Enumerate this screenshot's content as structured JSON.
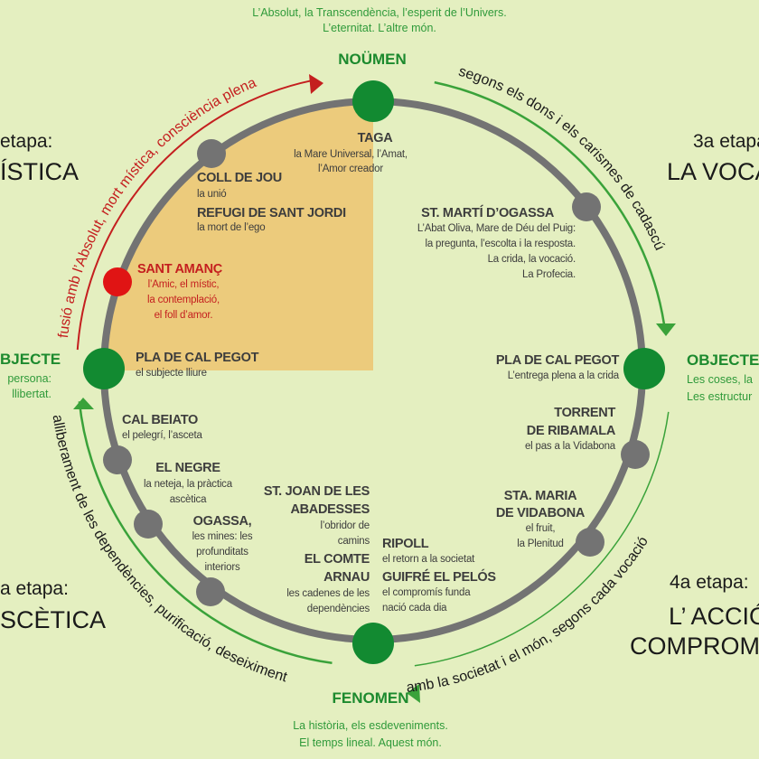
{
  "colors": {
    "background": "#e4efc0",
    "ring": "#737373",
    "pole": "#128a31",
    "station": "#737373",
    "highlight": "#e01414",
    "quadrant": "#eccb7c",
    "green_arrow": "#3aa23a",
    "red_arrow": "#c41f1f"
  },
  "top_caption": [
    "L’Absolut, la Transcendència, l’esperit de l’Univers.",
    "L’eternitat. L’altre món."
  ],
  "bottom_caption": [
    "La història, els esdeveniments.",
    "El temps lineal. Aquest món."
  ],
  "poles": {
    "top": "NOÜMEN",
    "bottom": "FENOMEN",
    "right": {
      "title": "OBJECTE",
      "lines": [
        "Les coses, la",
        "Les estructur"
      ]
    },
    "left": {
      "title": "BJECTE",
      "lines": [
        "persona:",
        "llibertat."
      ]
    }
  },
  "stages": {
    "mystic": {
      "label": "etapa:",
      "name": "ÍSTICA"
    },
    "vocation": {
      "label": "3a etapa:",
      "name": "LA VOCA"
    },
    "ascetic": {
      "label": "a etapa:",
      "name": "SCÈTICA"
    },
    "action": {
      "label": "4a etapa:",
      "name": "L’ ACCIÓ",
      "name2": "COMPROMI"
    }
  },
  "stations": {
    "taga": {
      "title": "TAGA",
      "lines": [
        "la Mare Universal, l’Amat,",
        "l’Amor creador"
      ]
    },
    "coll_de_jou": {
      "title": "COLL DE JOU",
      "sub": "la unió",
      "title2": "REFUGI DE SANT JORDI",
      "sub2": "la mort de l’ego"
    },
    "sant_amanc": {
      "title": "SANT AMANÇ",
      "lines": [
        "l’Amic, el místic,",
        "la contemplació,",
        "el foll d’amor."
      ]
    },
    "pla_left": {
      "title": "PLA DE CAL PEGOT",
      "sub": "el subjecte lliure"
    },
    "st_marti": {
      "title": "ST. MARTÍ D’OGASSA",
      "lines": [
        "L’Abat Oliva, Mare de Déu del Puig:",
        "la pregunta, l’escolta i la resposta.",
        "La crida, la vocació.",
        "La Profecia."
      ]
    },
    "pla_right": {
      "title": "PLA DE CAL PEGOT",
      "sub": "L’entrega plena  a la crida"
    },
    "torrent": {
      "title": "TORRENT",
      "title2": "DE RIBAMALA",
      "sub": "el pas a la Vidabona"
    },
    "sta_maria": {
      "title": "STA. MARIA",
      "title2": "DE VIDABONA",
      "lines": [
        "el fruit,",
        "la Plenitud"
      ]
    },
    "ripoll": {
      "title": "RIPOLL",
      "sub": "el retorn a la societat",
      "title2": "GUIFRÉ EL PELÓS",
      "lines": [
        "el compromís funda",
        "nació cada dia"
      ]
    },
    "st_joan": {
      "title": "ST. JOAN DE LES",
      "title2": "ABADESSES",
      "lines": [
        "l’obridor de",
        "camins"
      ],
      "title3": "EL COMTE",
      "title4": "ARNAU",
      "lines2": [
        "les cadenes de les",
        "dependències"
      ]
    },
    "cal_beiato": {
      "title": "CAL BEIATO",
      "sub": "el pelegrí, l’asceta"
    },
    "el_negre": {
      "title": "EL NEGRE",
      "lines": [
        "la neteja, la pràctica",
        "ascètica"
      ]
    },
    "ogassa": {
      "title": "OGASSA,",
      "lines": [
        "les mines: les",
        "profunditats",
        "interiors"
      ]
    }
  },
  "arcs": {
    "mystic": "fusió amb l’Absolut, mort mística, consciència plena",
    "vocation": "segons els dons i els carismes de cadascú",
    "action": "amb la societat i el món, segons cada vocació",
    "ascetic": "alliberament de les dependències, purificació, deseiximent"
  }
}
